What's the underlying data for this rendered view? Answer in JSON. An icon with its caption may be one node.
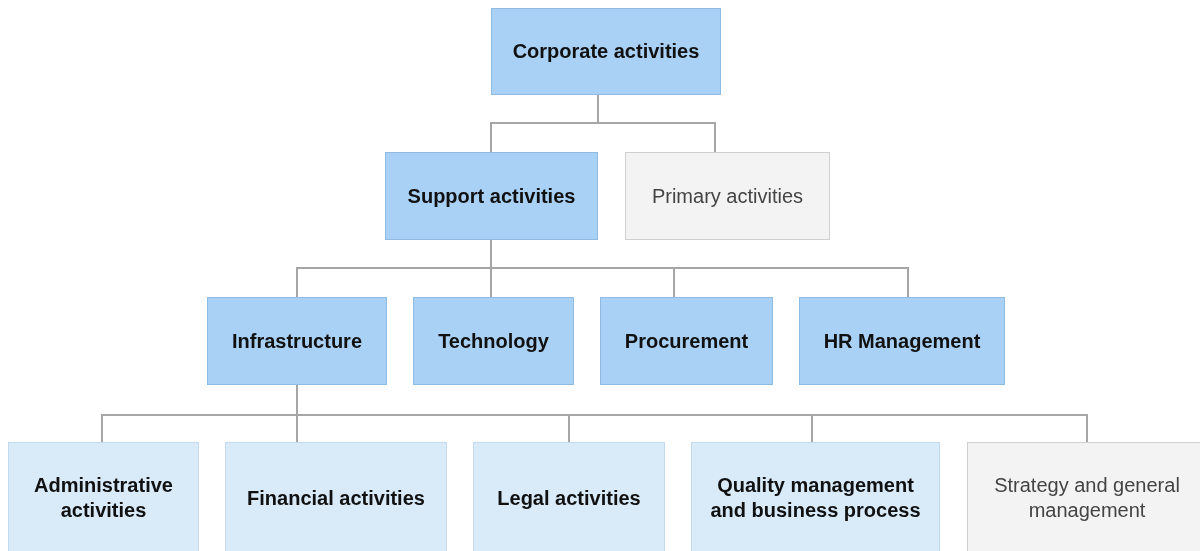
{
  "diagram": {
    "nodes": [
      {
        "text": [
          "Corporate activities"
        ]
      },
      {
        "text": [
          "Support activities"
        ]
      },
      {
        "text": [
          "Primary activities"
        ]
      },
      {
        "text": [
          "Infrastructure"
        ]
      },
      {
        "text": [
          "Technology"
        ]
      },
      {
        "text": [
          "Procurement"
        ]
      },
      {
        "text": [
          "HR Management"
        ]
      },
      {
        "text": [
          "Administrative activities"
        ]
      },
      {
        "text": [
          "Financial activities"
        ]
      },
      {
        "text": [
          "Legal activities"
        ]
      },
      {
        "text": [
          "Quality management and business process"
        ]
      },
      {
        "text": [
          "Strategy and general management"
        ]
      }
    ],
    "edges": [
      {
        "from": 0,
        "to": 1,
        "arrow": "none"
      },
      {
        "from": 0,
        "to": 2,
        "arrow": "none"
      },
      {
        "from": 1,
        "to": 3,
        "arrow": "none"
      },
      {
        "from": 1,
        "to": 4,
        "arrow": "none"
      },
      {
        "from": 1,
        "to": 5,
        "arrow": "none"
      },
      {
        "from": 1,
        "to": 6,
        "arrow": "none"
      },
      {
        "from": 3,
        "to": 7,
        "arrow": "none"
      },
      {
        "from": 3,
        "to": 8,
        "arrow": "none"
      },
      {
        "from": 3,
        "to": 9,
        "arrow": "none"
      },
      {
        "from": 3,
        "to": 10,
        "arrow": "none"
      },
      {
        "from": 3,
        "to": 11,
        "arrow": "none"
      }
    ]
  }
}
